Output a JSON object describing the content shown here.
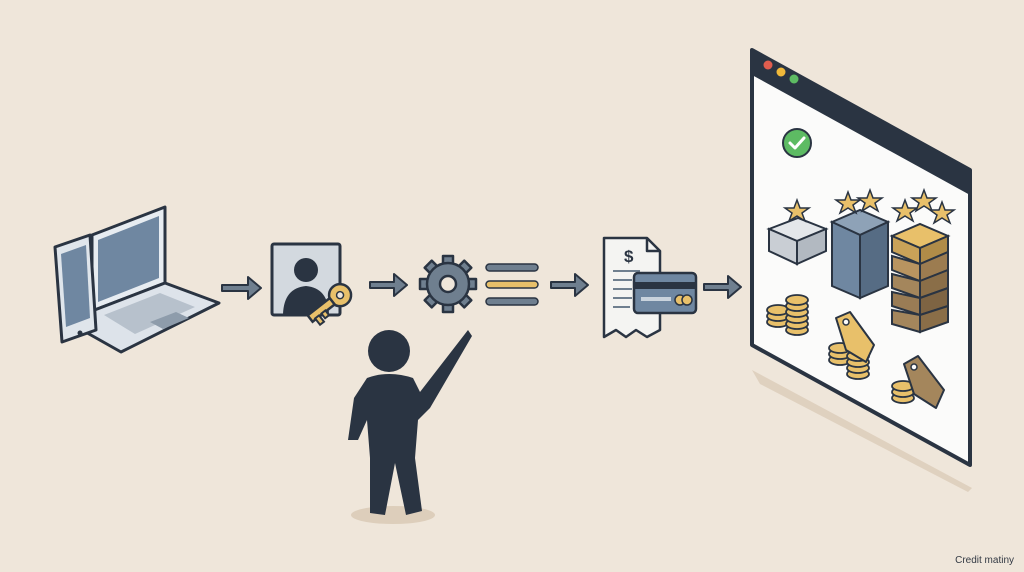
{
  "diagram": {
    "flow_steps": [
      {
        "name": "devices",
        "icon": "laptop-and-phone-icon"
      },
      {
        "name": "identity",
        "icon": "user-key-icon"
      },
      {
        "name": "processing",
        "icon": "gear-with-lines-icon"
      },
      {
        "name": "billing",
        "icon": "invoice-and-card-icon"
      },
      {
        "name": "storefront",
        "icon": "browser-window-icon"
      }
    ],
    "presenter_icon": "pointing-person-icon",
    "storefront_items": [
      "star-box-icon",
      "star-tower-icon",
      "star-stack-icon",
      "coin-stack-icon",
      "price-tag-icon"
    ],
    "invoice_symbol": "$",
    "window_dots": [
      "#e05d4e",
      "#f0b93a",
      "#5dbb63"
    ]
  },
  "colors": {
    "background": "#efe6da",
    "ink": "#2a3442",
    "slate": "#6f7f8f",
    "slate_light": "#9fb1c1",
    "gold": "#e8c06a",
    "brown": "#a4865c",
    "success": "#39a85a"
  },
  "credit": "Credit matiny"
}
